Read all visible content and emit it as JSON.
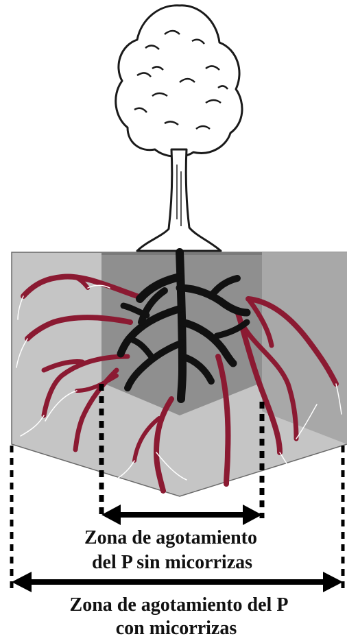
{
  "labels": {
    "inner_zone_line1": "Zona de agotamiento",
    "inner_zone_line2": "del P sin  micorrizas",
    "outer_zone_line1": "Zona de agotamiento del P",
    "outer_zone_line2": "con micorrizas"
  },
  "colors": {
    "soil_outer": "#c5c5c5",
    "soil_inner": "#8f8f8f",
    "soil_side": "#a3a3a3",
    "mycorrhiza": "#8b1a32",
    "root": "#111111",
    "arrow": "#000000"
  }
}
